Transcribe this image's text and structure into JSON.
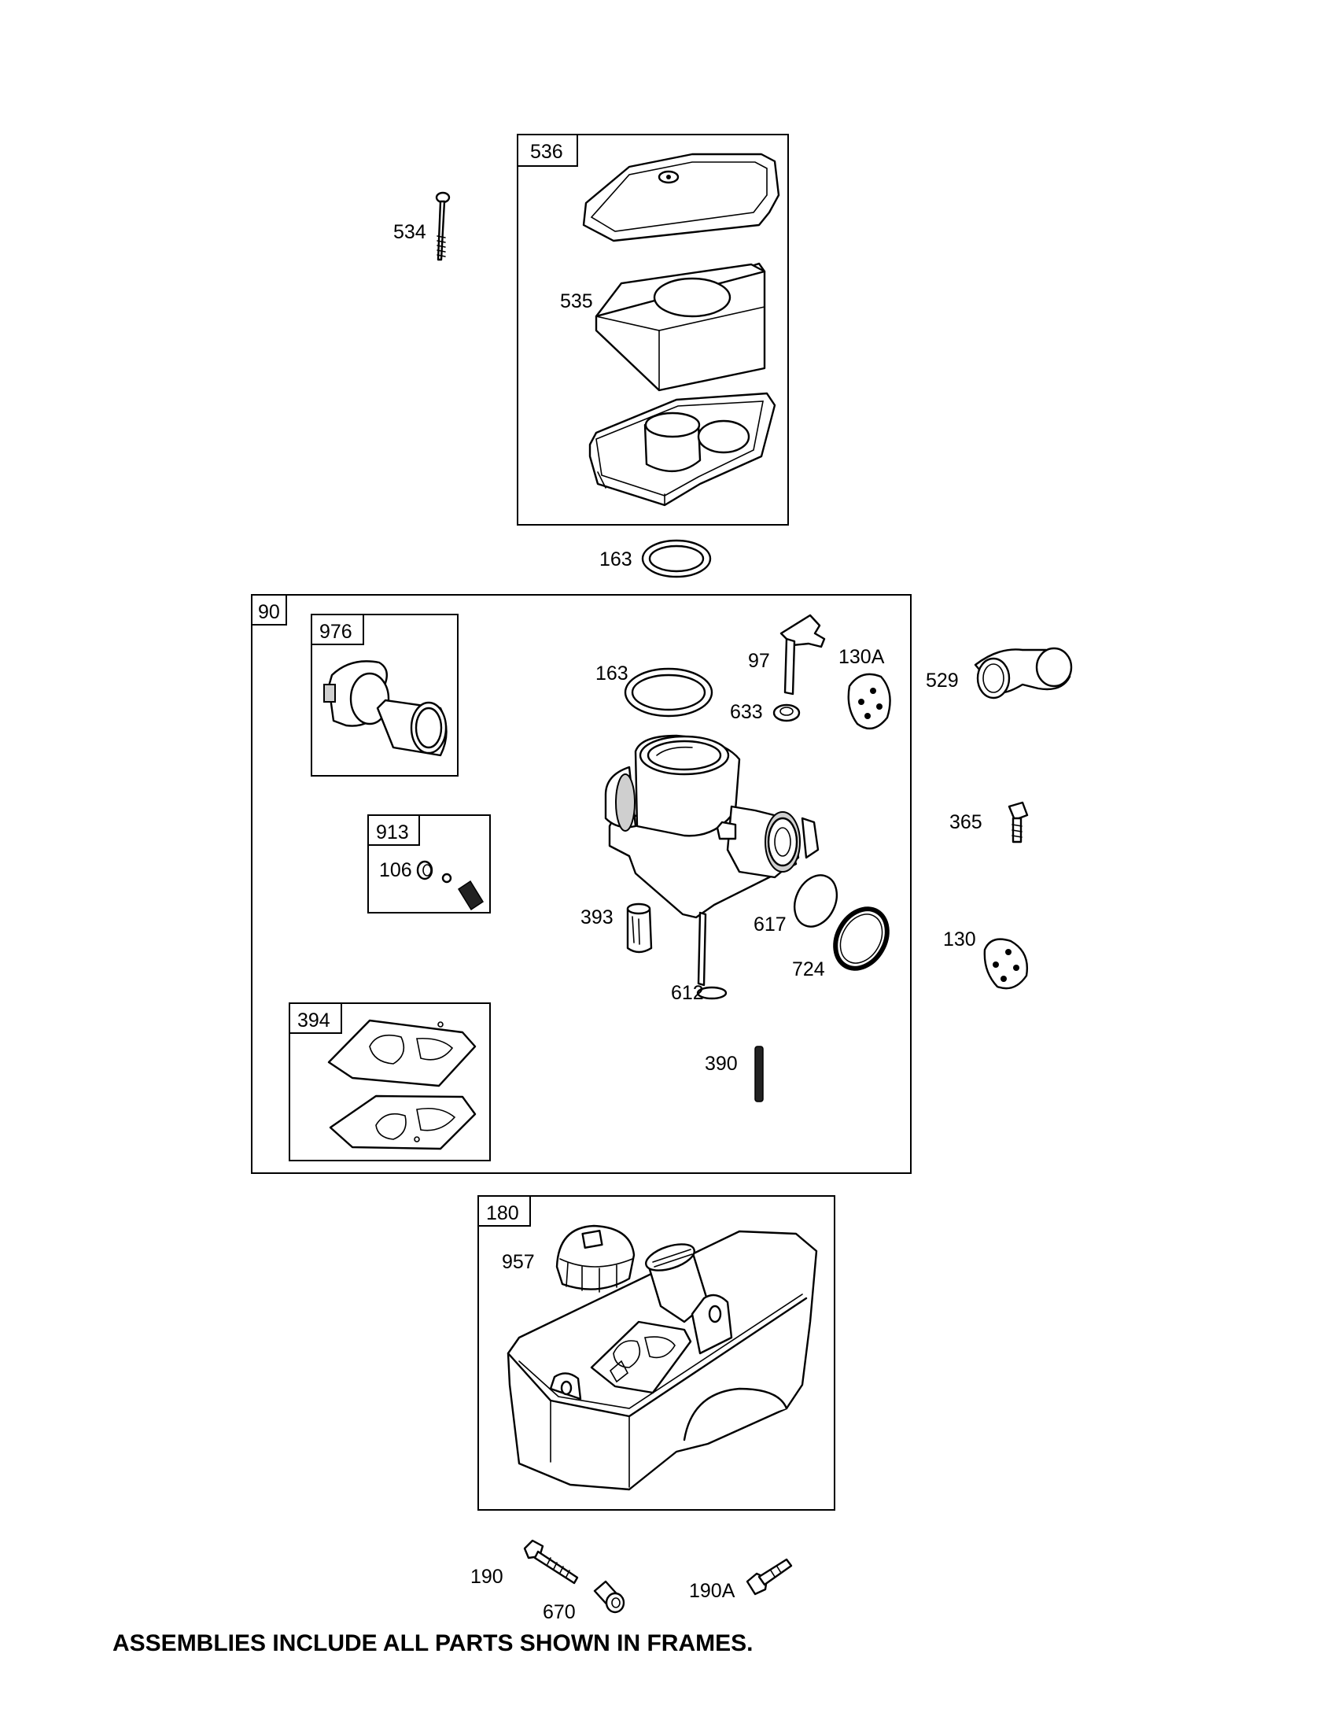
{
  "frames": {
    "air_cleaner": "536",
    "carburetor": "90",
    "kit_976": "976",
    "kit_913": "913",
    "kit_394": "394",
    "fuel_tank": "180"
  },
  "labels": {
    "p534": "534",
    "p535": "535",
    "p163_top": "163",
    "p163_carb": "163",
    "p97": "97",
    "p130A": "130A",
    "p529": "529",
    "p633": "633",
    "p365": "365",
    "p106": "106",
    "p393": "393",
    "p617": "617",
    "p130": "130",
    "p724": "724",
    "p612": "612",
    "p390": "390",
    "p957": "957",
    "p190": "190",
    "p670": "670",
    "p190A": "190A"
  },
  "footer": "ASSEMBLIES INCLUDE ALL PARTS SHOWN IN FRAMES."
}
